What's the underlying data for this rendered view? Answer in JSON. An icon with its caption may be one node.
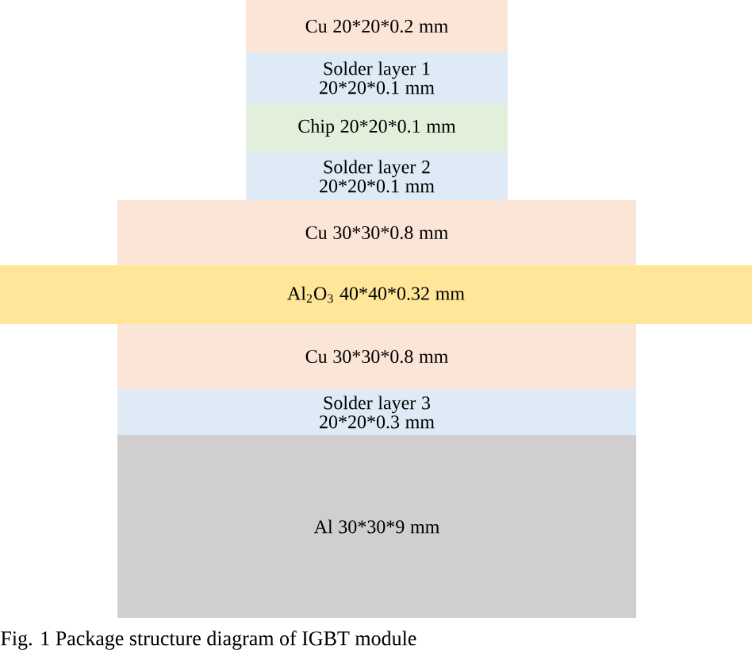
{
  "diagram": {
    "caption": "Fig. 1   Package structure diagram of IGBT module",
    "nodes": [
      {
        "text": [
          "Cu 20*20*0.2 mm"
        ]
      },
      {
        "text": [
          "Solder layer 1 20*20*0.1 mm"
        ]
      },
      {
        "text": [
          "Chip 20*20*0.1 mm"
        ]
      },
      {
        "text": [
          "Solder layer 2 20*20*0.1 mm"
        ]
      },
      {
        "text": [
          "Cu 30*30*0.8 mm"
        ]
      },
      {
        "text": [
          "Al$_{2}$O$_{3}$ 40*40*0.32 mm"
        ]
      },
      {
        "text": [
          "Cu 30*30*0.8 mm"
        ]
      },
      {
        "text": [
          "Solder layer 3 20*20*0.3 mm"
        ]
      },
      {
        "text": [
          "Al 30*30*9 mm"
        ]
      }
    ]
  }
}
